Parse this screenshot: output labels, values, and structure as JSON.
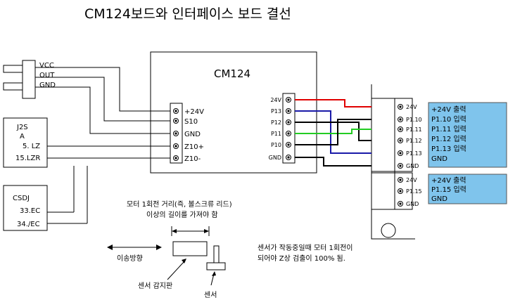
{
  "title": "CM124보드와 인터페이스 보드 결선",
  "power_connector": {
    "pins": [
      "VCC",
      "OUT",
      "GND"
    ]
  },
  "j2s": {
    "name_line1": "J2S",
    "name_line2": "A",
    "pins": [
      "5. LZ",
      "15.LZR"
    ]
  },
  "csdj": {
    "name": "CSDJ",
    "pins": [
      "33.EC",
      "34./EC"
    ]
  },
  "cm124": {
    "title": "CM124",
    "left_terminals": [
      "+24V",
      "S10",
      "GND",
      "Z10+",
      "Z10-"
    ],
    "right_terminals": [
      "24V",
      "P13",
      "P12",
      "P11",
      "P10",
      "GND"
    ]
  },
  "interface_board": {
    "upper_terminals": [
      "24V",
      "P1.10",
      "P1.11",
      "P1.12",
      "P1.13",
      "GND"
    ],
    "lower_terminals": [
      "24V",
      "P1.15",
      "GND"
    ]
  },
  "notes_upper": [
    "+24V 출력",
    "P1.10 입력",
    "P1.11 입력",
    "P1.12 입력",
    "P1.13 입력",
    "GND"
  ],
  "notes_lower": [
    "+24V 출력",
    "P1.15 입력",
    "GND"
  ],
  "motor_note": {
    "line1": "모터 1회전 거리(즉, 볼스크류 리드)",
    "line2": "이상의 길이를 가져야 함"
  },
  "sensor_note": {
    "line1": "센서가 작동중일때 모터 1회전이",
    "line2": "되어야 Z상 검출이 100% 됨."
  },
  "labels": {
    "transfer_direction": "이송방향",
    "sensor_plate": "센서 감지판",
    "sensor": "센서"
  },
  "wire_colors": {
    "red": "#e00000",
    "blue": "#1a1aa8",
    "green": "#22cc22",
    "black": "#000000"
  }
}
